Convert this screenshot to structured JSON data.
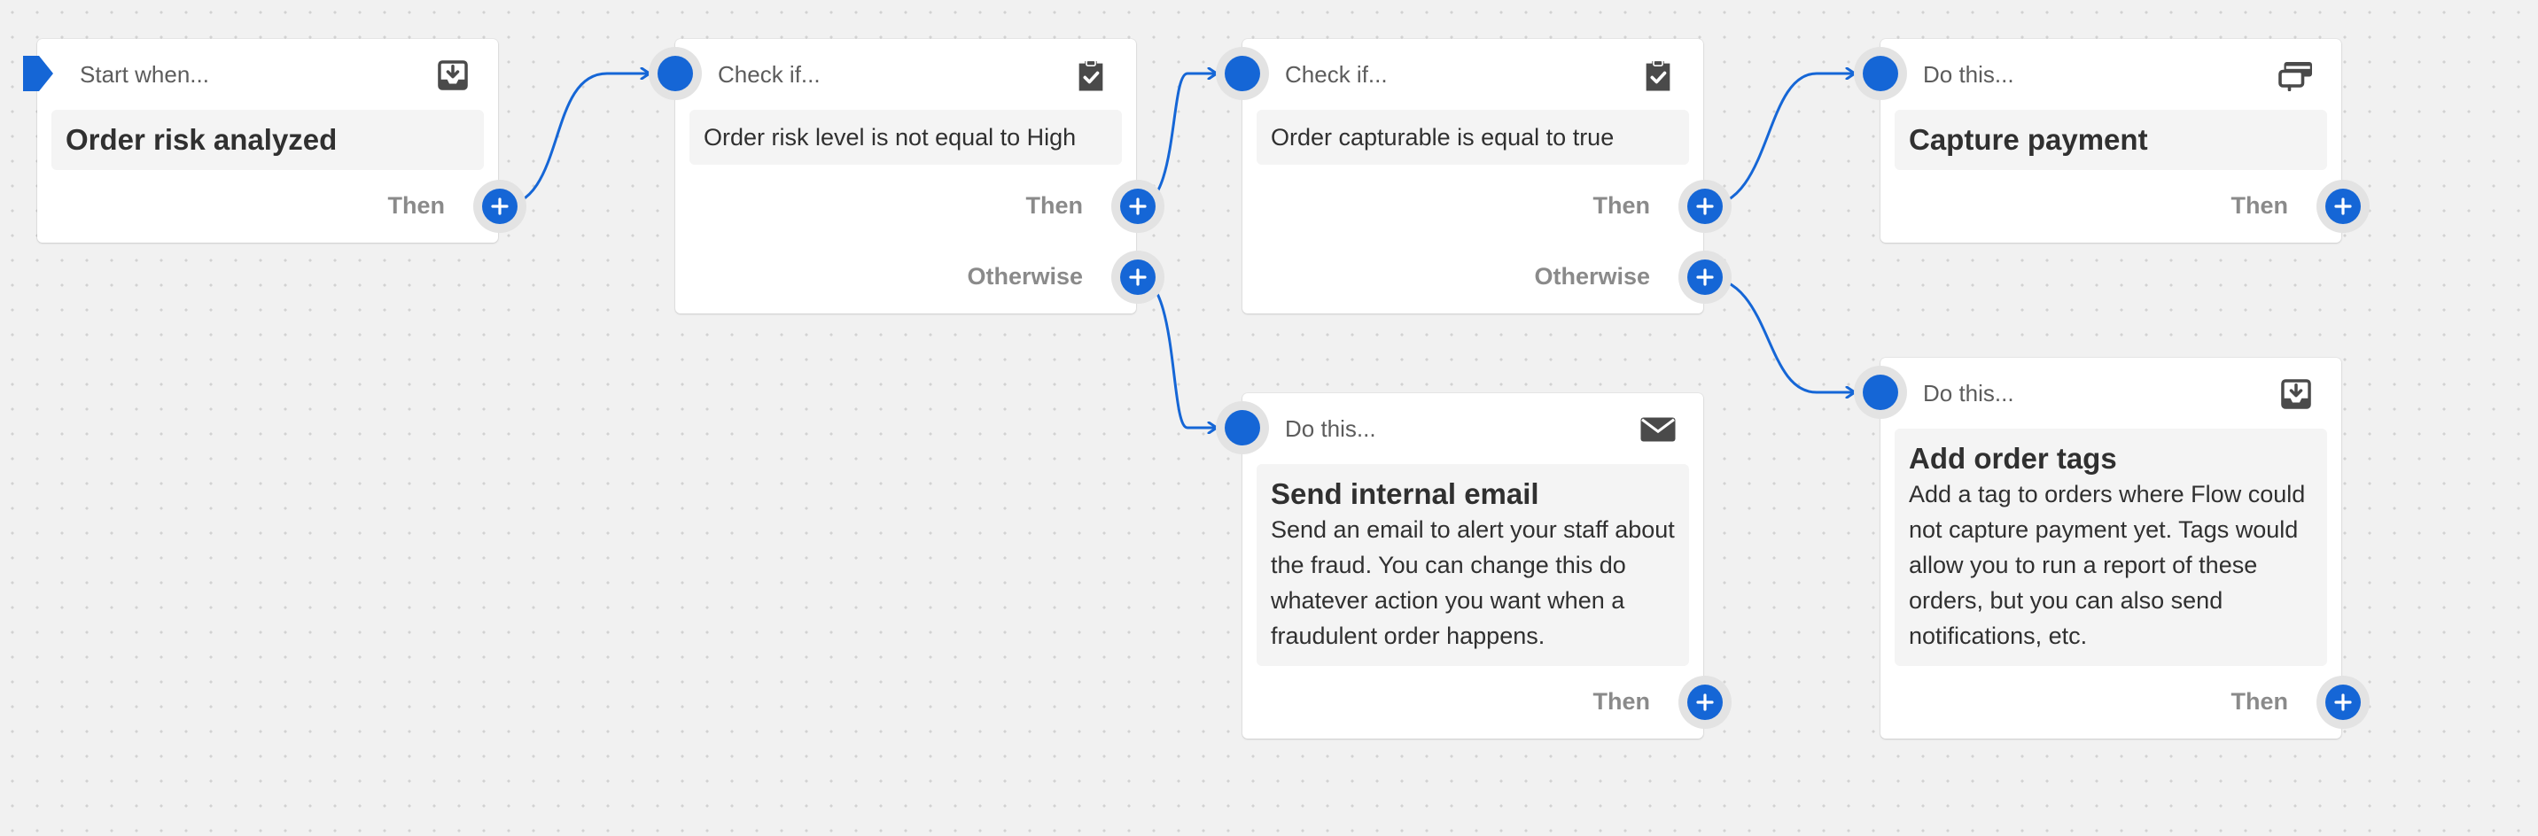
{
  "colors": {
    "accent": "#1566d6",
    "canvas_background": "#f1f1f1",
    "card_background": "#ffffff",
    "body_background": "#f4f4f4",
    "label_gray": "#8a8a8a"
  },
  "trigger": {
    "type_label": "Start when...",
    "icon": "inbox-download-icon",
    "title": "Order risk analyzed",
    "then_label": "Then"
  },
  "condition_1": {
    "type_label": "Check if...",
    "icon": "clipboard-check-icon",
    "text": "Order risk level is not equal to High",
    "then_label": "Then",
    "otherwise_label": "Otherwise"
  },
  "condition_2": {
    "type_label": "Check if...",
    "icon": "clipboard-check-icon",
    "text": "Order capturable is equal to true",
    "then_label": "Then",
    "otherwise_label": "Otherwise"
  },
  "action_capture": {
    "type_label": "Do this...",
    "icon": "payment-icon",
    "title": "Capture payment",
    "then_label": "Then"
  },
  "action_email": {
    "type_label": "Do this...",
    "icon": "envelope-icon",
    "title": "Send internal email",
    "description": "Send an email to alert your staff about the fraud. You can change this do whatever action you want when a fraudulent order happens.",
    "then_label": "Then"
  },
  "action_tags": {
    "type_label": "Do this...",
    "icon": "inbox-download-icon",
    "title": "Add order tags",
    "description": "Add a tag to orders where Flow could not capture payment yet. Tags would allow you to run a report of these orders, but you can also send notifications, etc.",
    "then_label": "Then"
  }
}
